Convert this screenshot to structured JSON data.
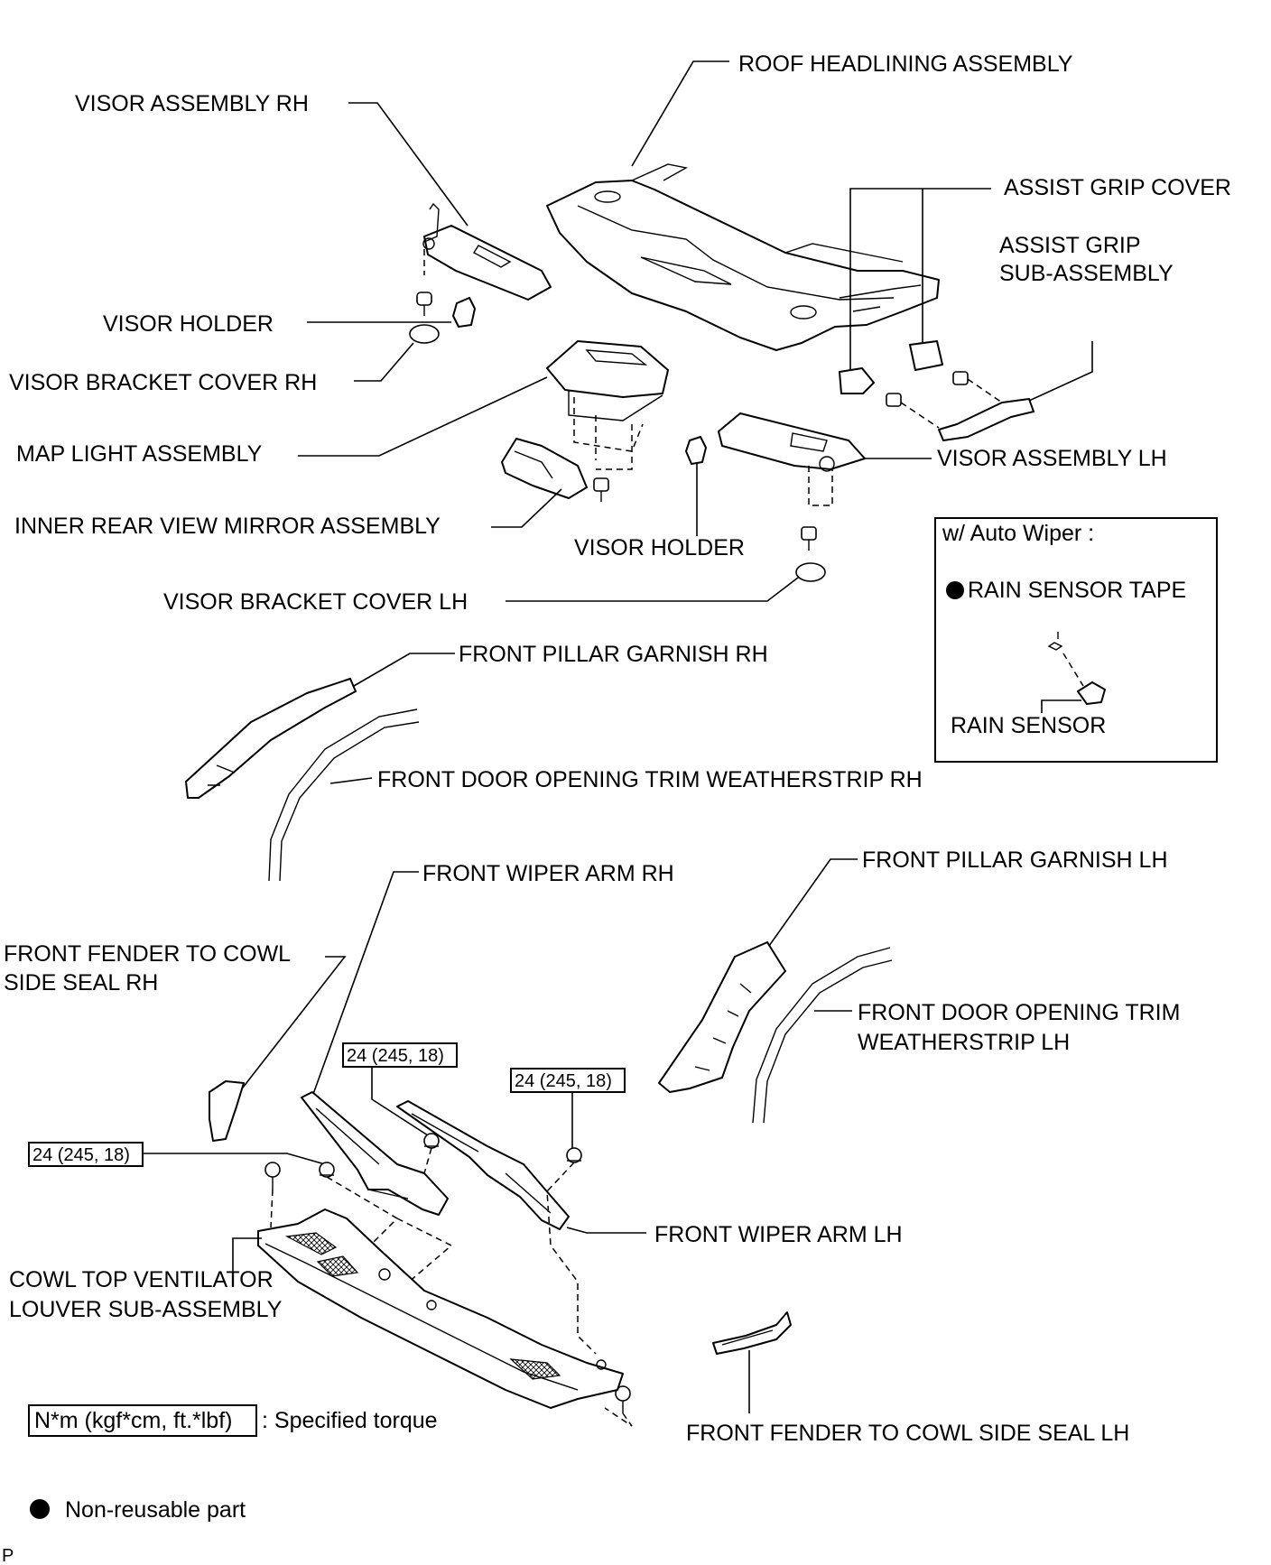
{
  "labels": {
    "roof_headlining": "ROOF HEADLINING ASSEMBLY",
    "visor_assembly_rh": "VISOR ASSEMBLY RH",
    "assist_grip_cover": "ASSIST GRIP COVER",
    "assist_grip_sub_1": "ASSIST GRIP",
    "assist_grip_sub_2": "SUB-ASSEMBLY",
    "visor_holder_1": "VISOR HOLDER",
    "visor_bracket_cover_rh": "VISOR BRACKET COVER RH",
    "map_light": "MAP LIGHT ASSEMBLY",
    "visor_assembly_lh": "VISOR ASSEMBLY LH",
    "inner_mirror": "INNER REAR VIEW MIRROR ASSEMBLY",
    "visor_holder_2": "VISOR HOLDER",
    "visor_bracket_cover_lh": "VISOR BRACKET COVER LH",
    "front_pillar_garnish_rh": "FRONT PILLAR GARNISH RH",
    "door_trim_weatherstrip_rh": "FRONT DOOR OPENING TRIM WEATHERSTRIP RH",
    "front_wiper_arm_rh": "FRONT WIPER ARM RH",
    "front_pillar_garnish_lh": "FRONT PILLAR GARNISH LH",
    "fender_seal_rh_1": "FRONT FENDER TO COWL",
    "fender_seal_rh_2": "SIDE SEAL RH",
    "door_trim_weatherstrip_lh_1": "FRONT DOOR OPENING TRIM",
    "door_trim_weatherstrip_lh_2": "WEATHERSTRIP LH",
    "front_wiper_arm_lh": "FRONT WIPER ARM LH",
    "cowl_louver_1": "COWL TOP VENTILATOR",
    "cowl_louver_2": "LOUVER SUB-ASSEMBLY",
    "fender_seal_lh": "FRONT FENDER TO COWL SIDE SEAL LH"
  },
  "inset": {
    "title": "w/ Auto  Wiper :",
    "rain_sensor_tape": "RAIN SENSOR TAPE",
    "rain_sensor": "RAIN SENSOR"
  },
  "torque": {
    "wiper_rh": "24 (245, 18)",
    "wiper_lh": "24 (245, 18)",
    "cowl": "24 (245, 18)"
  },
  "legend": {
    "torque_box": "N*m (kgf*cm, ft.*lbf)",
    "torque_text": ": Specified torque",
    "nonreusable_text": "Non-reusable part",
    "corner_code": "P"
  },
  "icons": {
    "nonreusable_marker": "filled-circle-icon"
  }
}
